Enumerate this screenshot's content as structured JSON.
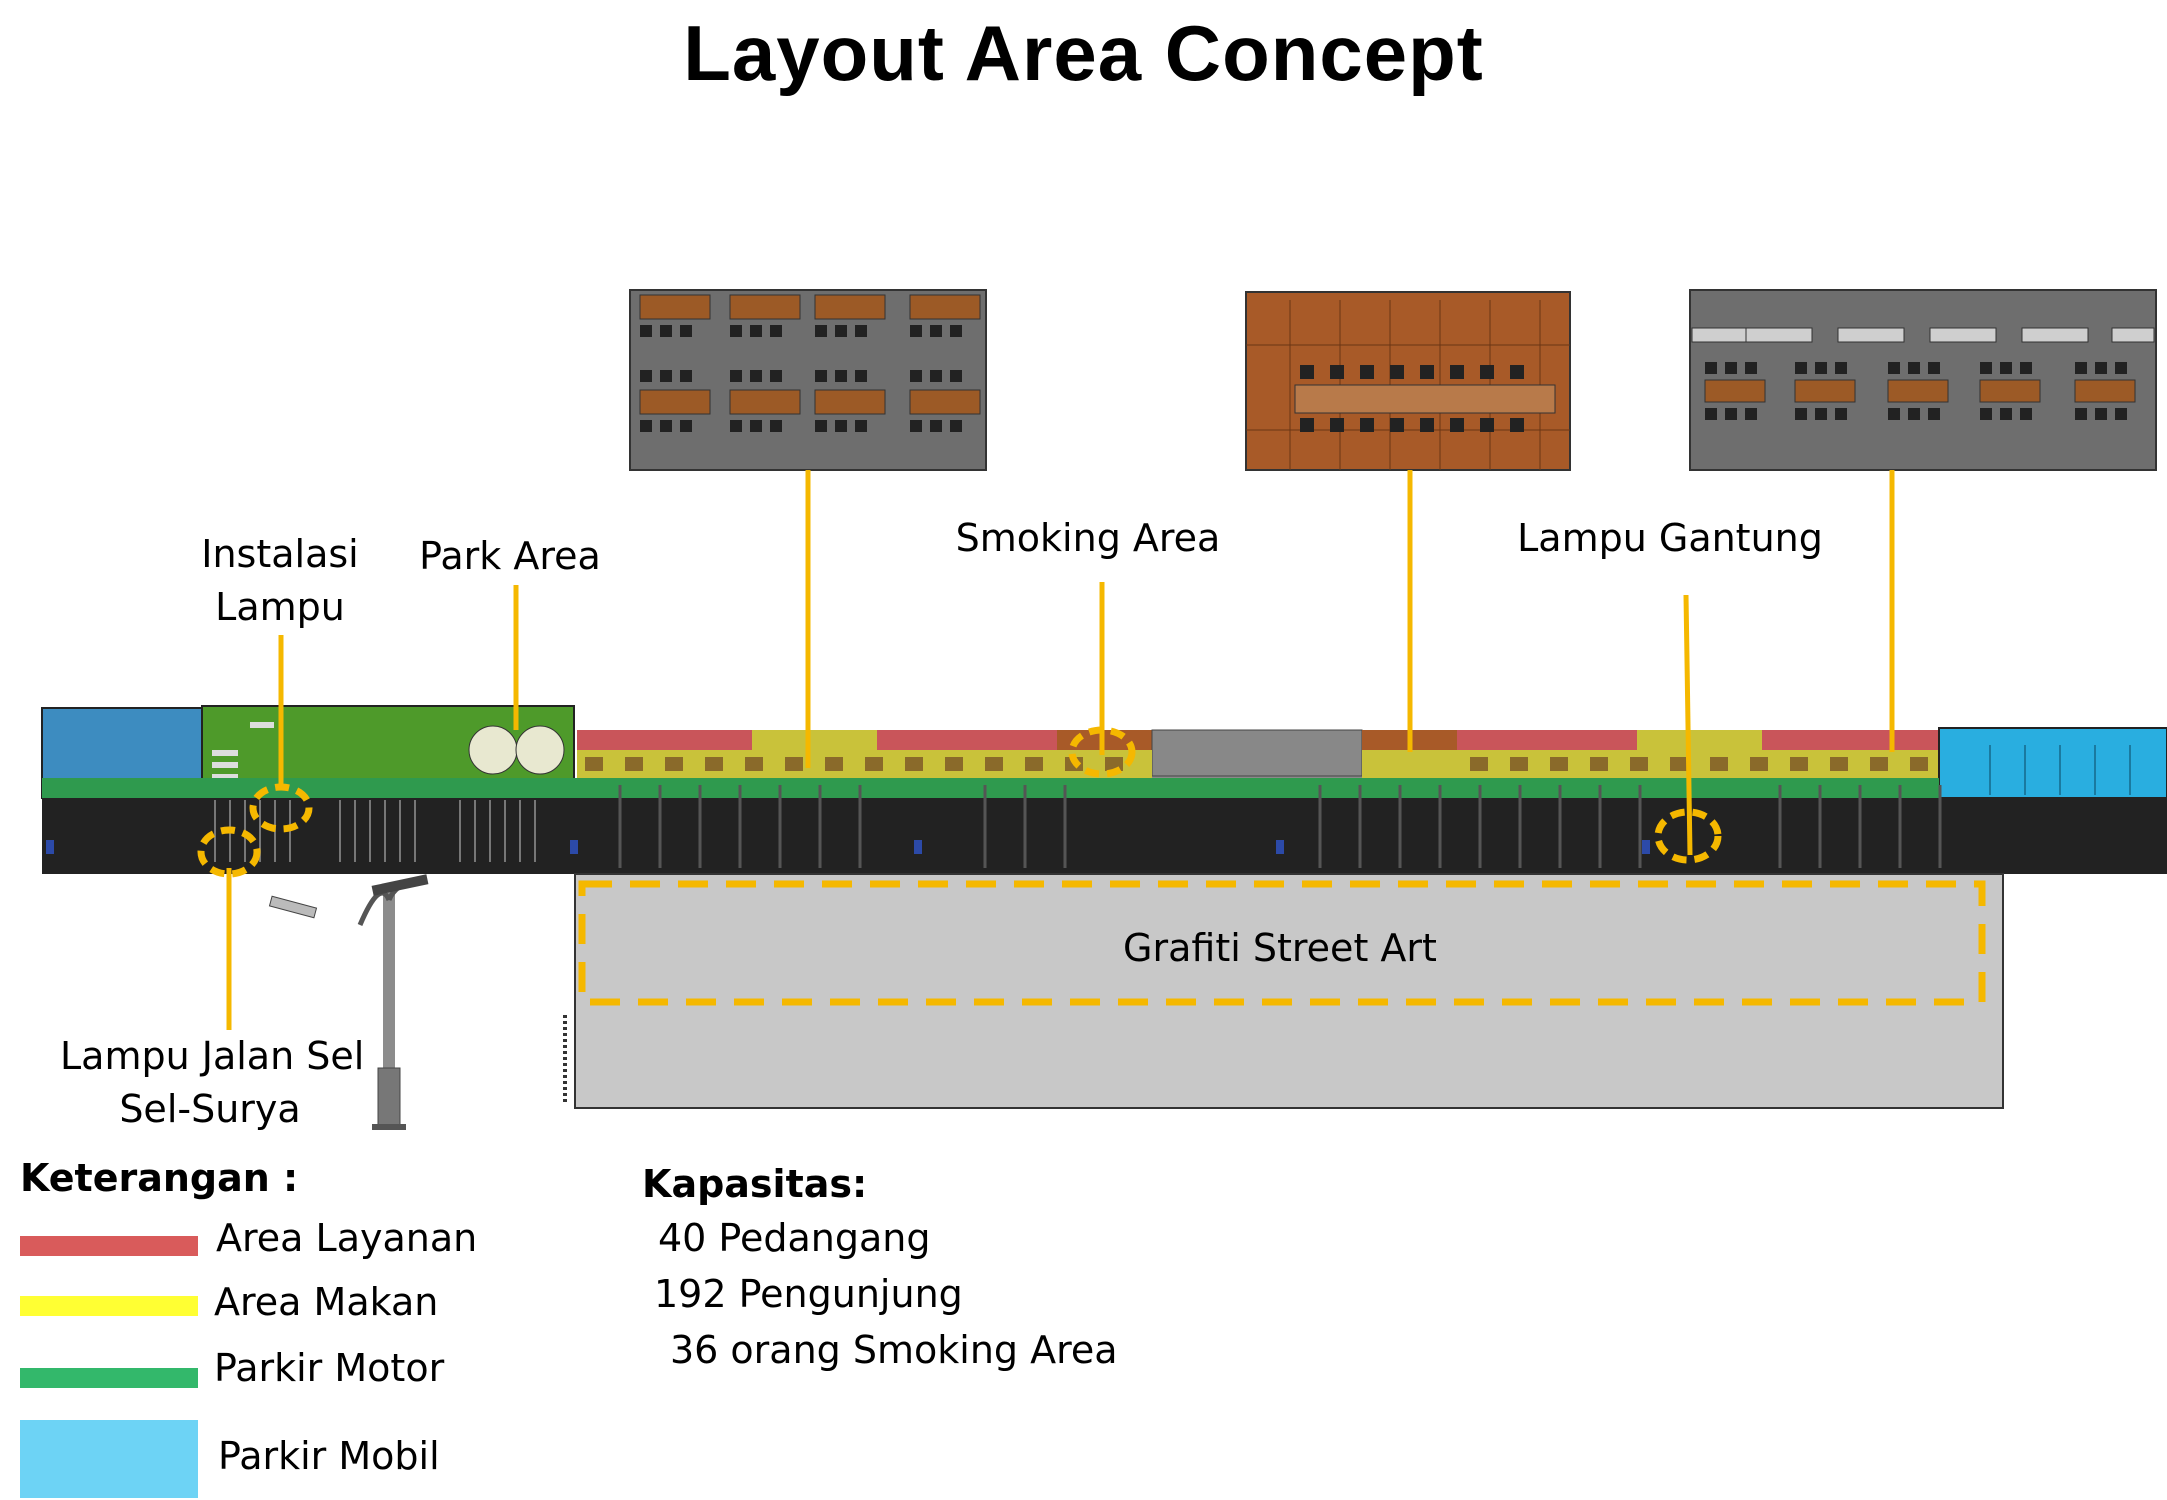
{
  "title": "Layout  Area Concept",
  "callouts": {
    "instalasi_lampu_1": "Instalasi",
    "instalasi_lampu_2": "Lampu",
    "park_area": "Park Area",
    "smoking_area": "Smoking Area",
    "lampu_gantung": "Lampu Gantung",
    "lampu_jalan_1": "Lampu Jalan Sel",
    "lampu_jalan_2": "Sel-Surya",
    "grafiti": "Grafiti Street Art"
  },
  "legend": {
    "title": "Keterangan :",
    "items": [
      {
        "label": "Area Layanan",
        "color": "#d95b5b"
      },
      {
        "label": "Area Makan",
        "color": "#ffff33"
      },
      {
        "label": "Parkir Motor",
        "color": "#33b86b"
      },
      {
        "label": "Parkir Mobil",
        "color": "#6dd3f5"
      }
    ]
  },
  "capacity": {
    "title": "Kapasitas:",
    "lines": [
      "40 Pedangang",
      "192 Pengunjung",
      "36 orang Smoking Area"
    ]
  },
  "colors": {
    "callout_line": "#f5b800",
    "service": "#c9555a",
    "dining": "#c9c23a",
    "motor": "#2f9a4e",
    "car": "#2bb0d8",
    "park": "#4e9a2a",
    "road": "#222222",
    "plaza": "#c8c8c8"
  }
}
